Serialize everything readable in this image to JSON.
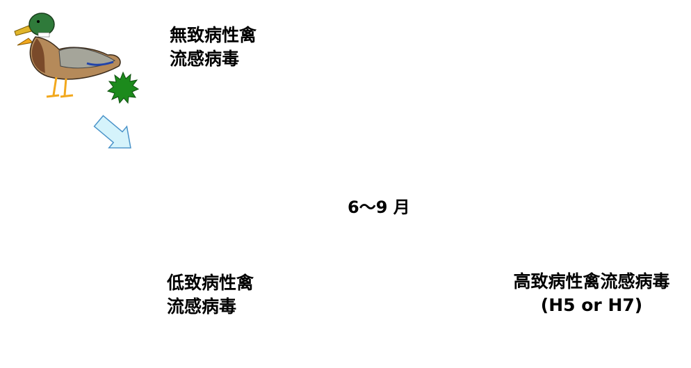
{
  "labels": {
    "nonpathogenic": [
      "無致病性禽",
      "流感病毒"
    ],
    "lowpathogenic": [
      "低致病性禽",
      "流感病毒"
    ],
    "highpathogenic": [
      "高致病性禽流感病毒",
      "(H5 or H7)"
    ],
    "months": "6～9 月"
  },
  "colors": {
    "arrow_fill": "#d5f3fb",
    "arrow_stroke": "#4a93c9",
    "cycle_arrow": "#e80000",
    "virus_green": "#1c8a1c",
    "virus_yellow": "#ffd800",
    "virus_red": "#ee0000",
    "chicken_white": "#ffffff",
    "chicken_comb": "#ee2222",
    "chicken_leg": "#f2a81d",
    "dead_chicken": "#8a8a8a"
  },
  "icons": [
    "duck-icon",
    "turkey-icon",
    "quail-icon",
    "goose-icon",
    "chicken-icon",
    "dead-chicken-icon",
    "virus-icon"
  ]
}
